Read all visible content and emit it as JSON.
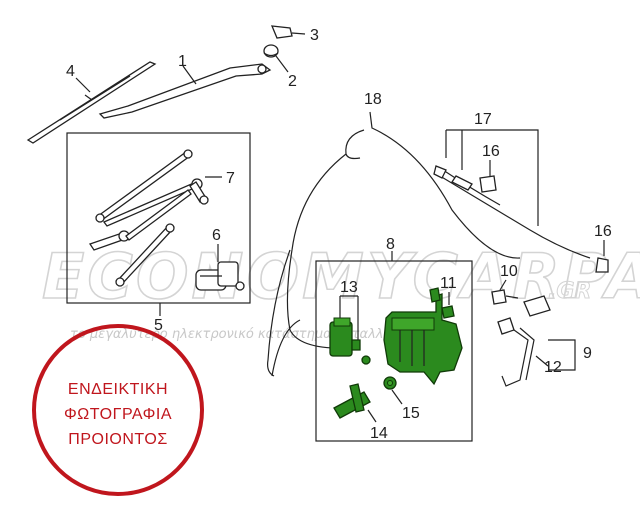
{
  "callouts": {
    "c1": "1",
    "c2": "2",
    "c3": "3",
    "c4": "4",
    "c5": "5",
    "c6": "6",
    "c7": "7",
    "c8": "8",
    "c9": "9",
    "c10": "10",
    "c11": "11",
    "c12": "12",
    "c13": "13",
    "c14": "14",
    "c15": "15",
    "c16a": "16",
    "c16b": "16",
    "c17": "17",
    "c18": "18"
  },
  "watermark": {
    "brand": "ECONOMYCARPARTS",
    "domain": ".GR",
    "tagline": "το μεγαλύτερο ηλεκτρονικό κατάστημα ανταλλακτικών"
  },
  "stamp": {
    "line1": "ΕΝΔΕΙΚΤΙΚΗ",
    "line2": "ΦΩΤΟΓΡΑΦΙΑ",
    "line3": "ΠΡΟΙΟΝΤΟΣ"
  },
  "colors": {
    "highlight_parts": "#2b8a1e",
    "stamp": "#c0161d"
  }
}
